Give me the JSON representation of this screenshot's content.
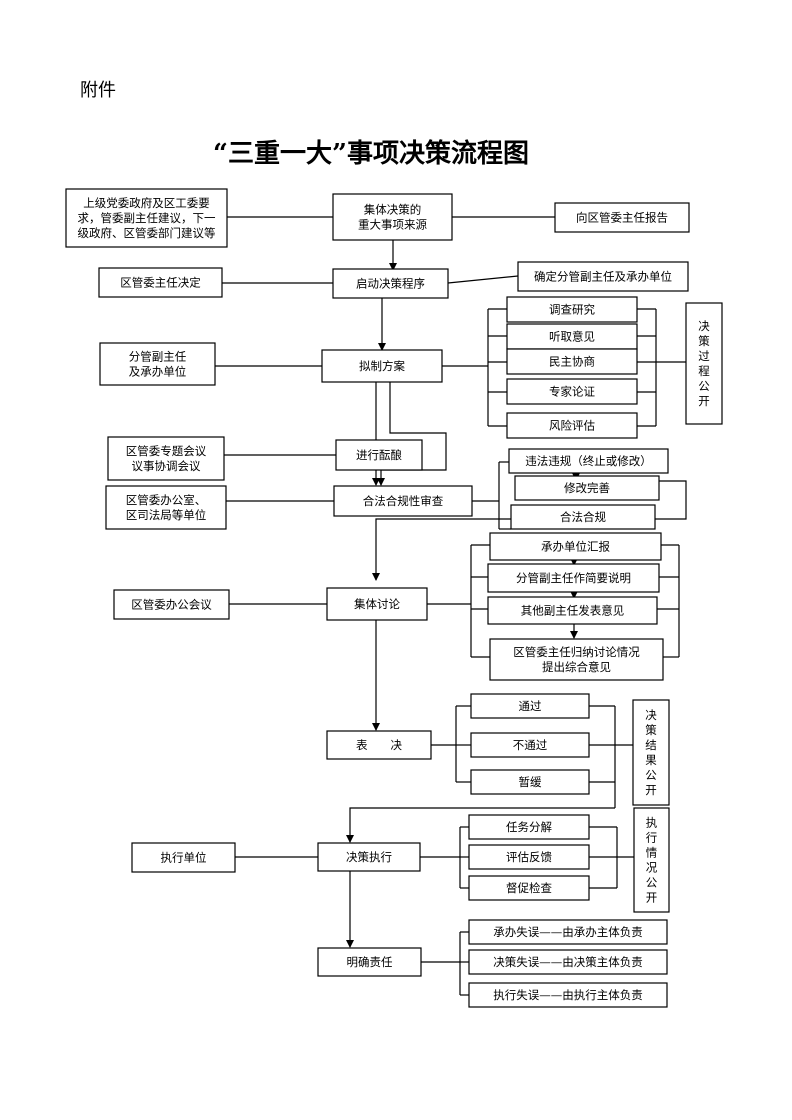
{
  "header": {
    "attachment": "附件",
    "title": "“三重一大”事项决策流程图"
  },
  "nodes": {
    "source": [
      "集体决策的",
      "重大事项来源"
    ],
    "source_input": [
      "上级党委政府及区工委要",
      "求，管委副主任建议，下一",
      "级政府、区管委部门建议等"
    ],
    "report": [
      "向区管委主任报告"
    ],
    "start": [
      "启动决策程序"
    ],
    "director_decide": [
      "区管委主任决定"
    ],
    "assign": [
      "确定分管副主任及承办单位"
    ],
    "draft": [
      "拟制方案"
    ],
    "draft_by": [
      "分管副主任",
      "及承办单位"
    ],
    "research": [
      "调查研究"
    ],
    "listen": [
      "听取意见"
    ],
    "consult": [
      "民主协商"
    ],
    "expert": [
      "专家论证"
    ],
    "risk": [
      "风险评估"
    ],
    "process_public": [
      "决",
      "策",
      "过",
      "程",
      "公",
      "开"
    ],
    "deliberate": [
      "进行酝酿"
    ],
    "meeting_coord": [
      "区管委专题会议",
      "议事协调会议"
    ],
    "legal": [
      "合法合规性审查"
    ],
    "legal_by": [
      "区管委办公室、",
      "区司法局等单位"
    ],
    "violation": [
      "违法违规（终止或修改）"
    ],
    "revise": [
      "修改完善"
    ],
    "compliant": [
      "合法合规"
    ],
    "discuss": [
      "集体讨论"
    ],
    "office_meeting": [
      "区管委办公会议"
    ],
    "unit_report": [
      "承办单位汇报"
    ],
    "deputy_explain": [
      "分管副主任作简要说明"
    ],
    "other_opinion": [
      "其他副主任发表意见"
    ],
    "director_sum": [
      "区管委主任归纳讨论情况",
      "提出综合意见"
    ],
    "vote": [
      "表　　决"
    ],
    "pass": [
      "通过"
    ],
    "fail": [
      "不通过"
    ],
    "defer": [
      "暂缓"
    ],
    "result_public": [
      "决",
      "策",
      "结",
      "果",
      "公",
      "开"
    ],
    "execute": [
      "决策执行"
    ],
    "exec_unit": [
      "执行单位"
    ],
    "task": [
      "任务分解"
    ],
    "feedback": [
      "评估反馈"
    ],
    "supervise": [
      "督促检查"
    ],
    "exec_public": [
      "执",
      "行",
      "情",
      "况",
      "公",
      "开"
    ],
    "responsibility": [
      "明确责任"
    ],
    "resp_host": [
      "承办失误——由承办主体负责"
    ],
    "resp_decide": [
      "决策失误——由决策主体负责"
    ],
    "resp_exec": [
      "执行失误——由执行主体负责"
    ]
  }
}
